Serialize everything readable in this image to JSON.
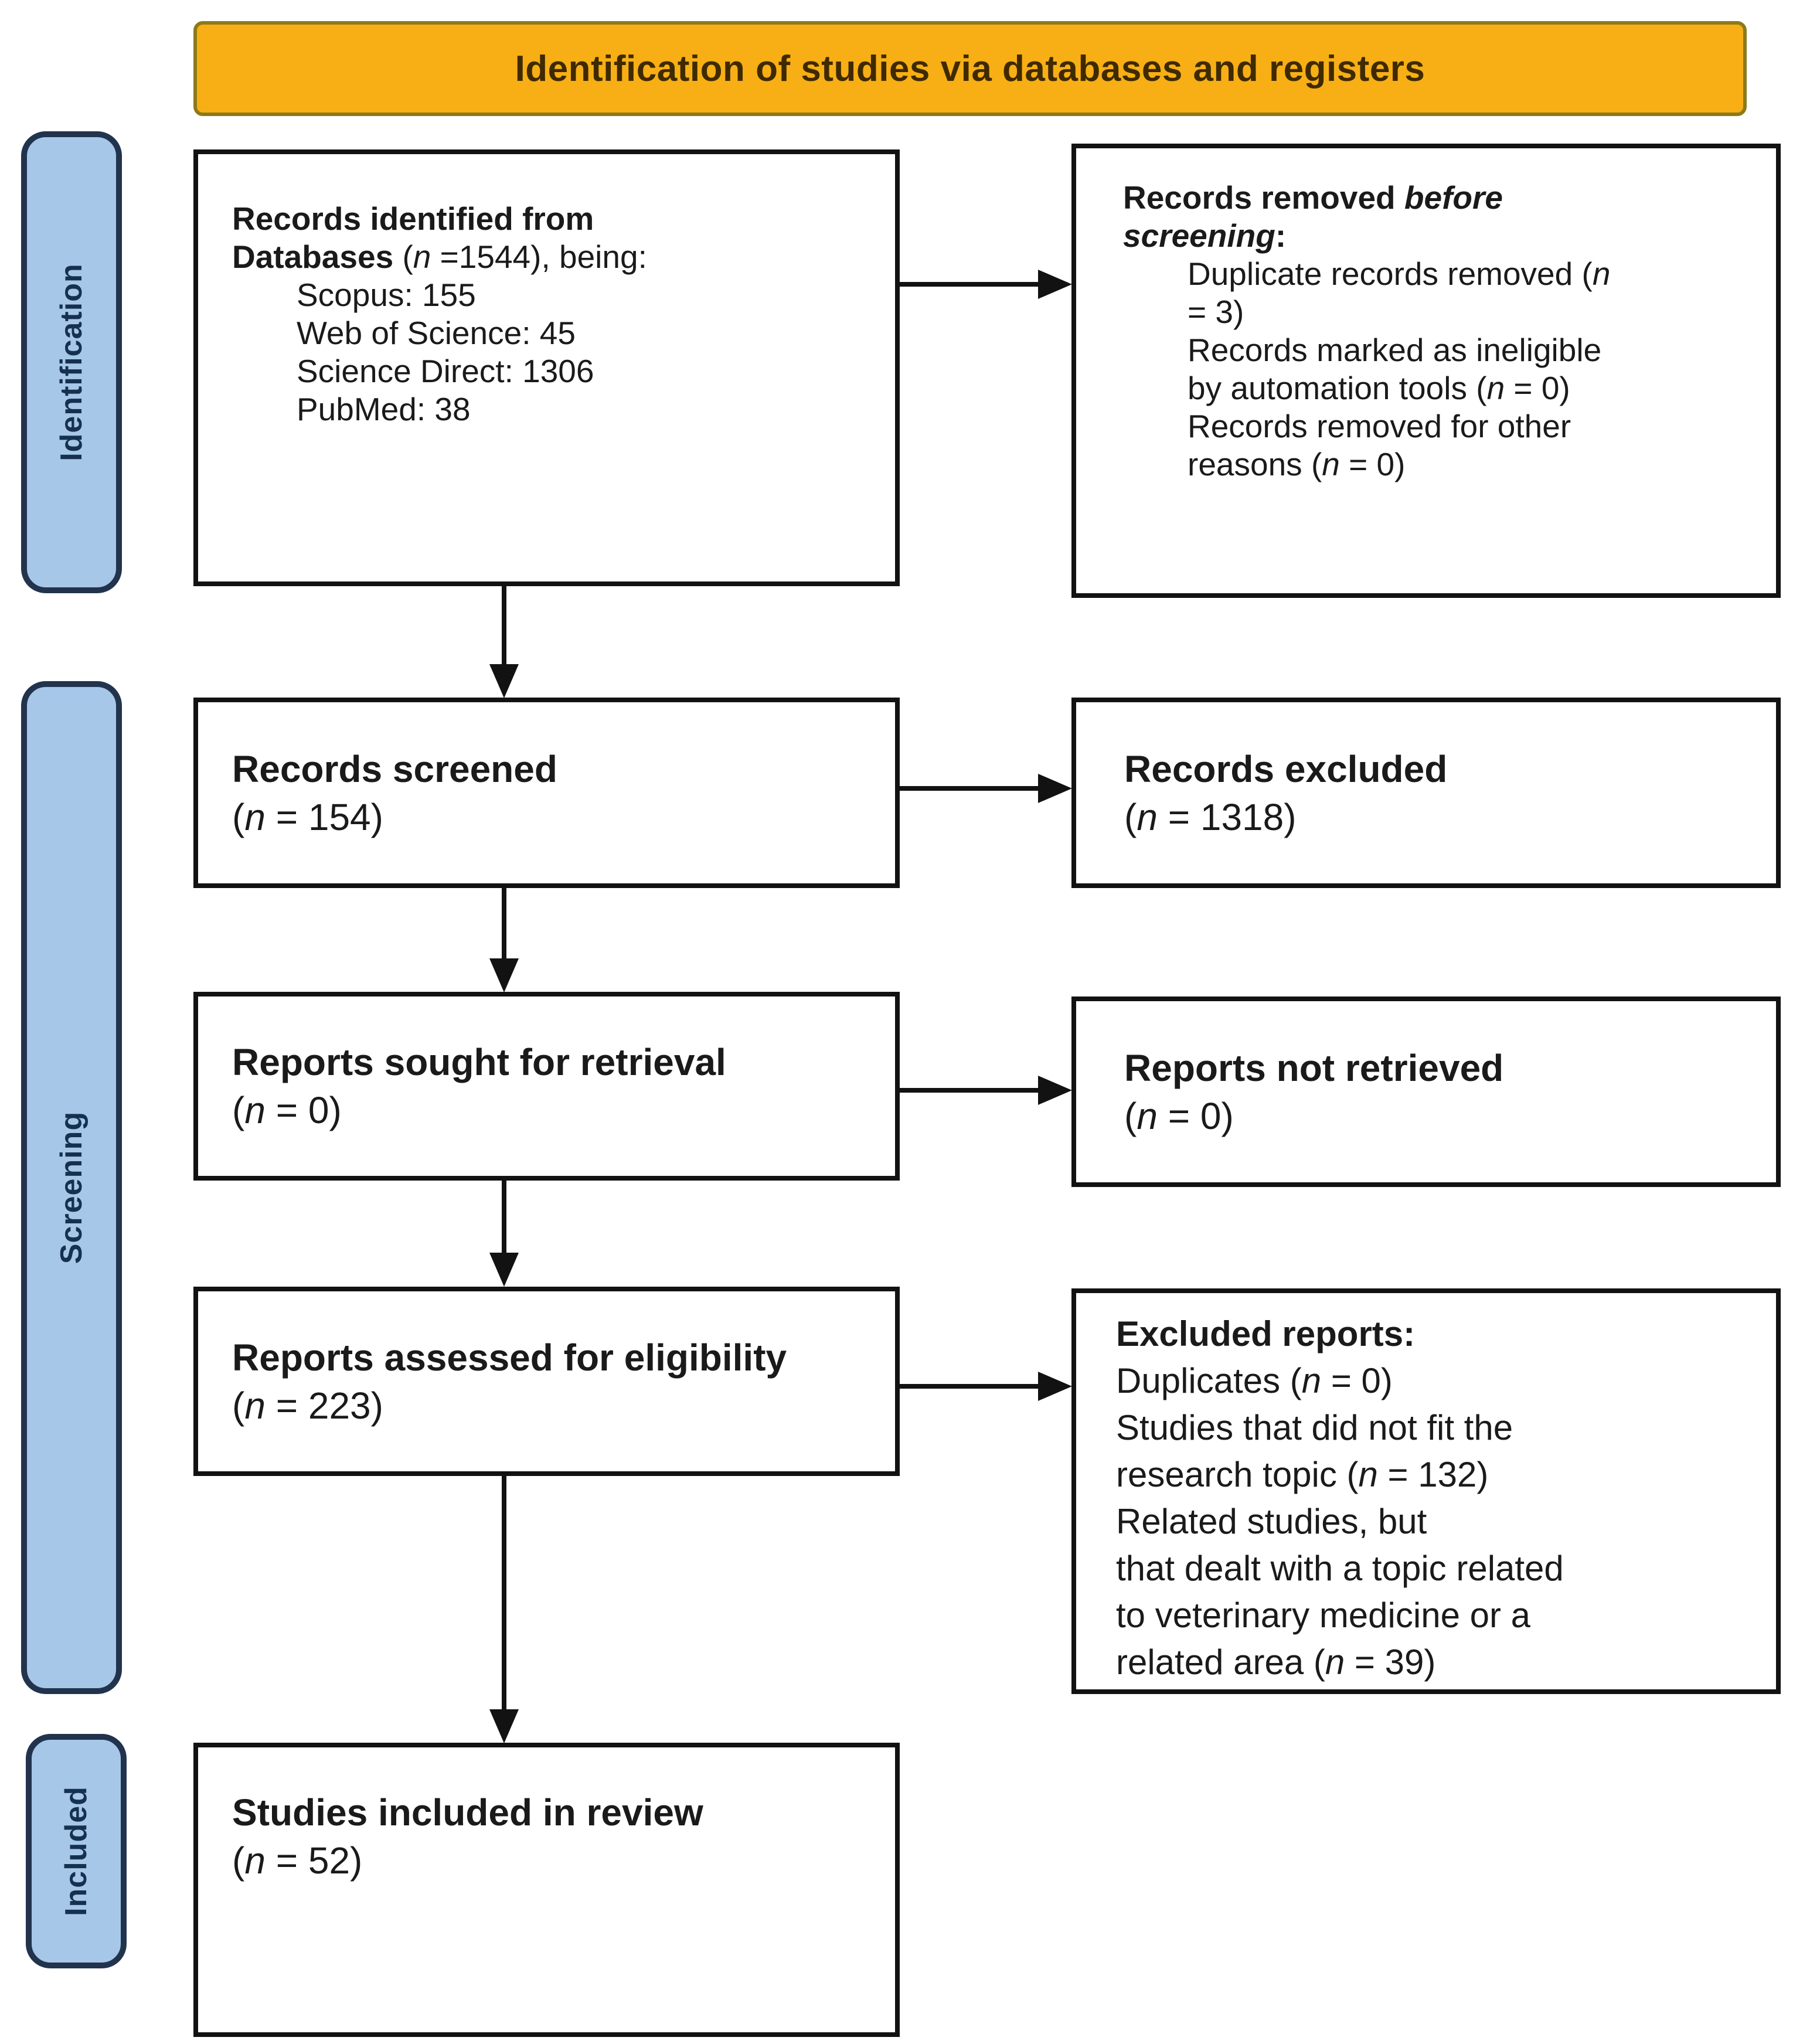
{
  "banner": {
    "title": "Identification of studies via databases and registers"
  },
  "sidebar": {
    "identification": "Identification",
    "screening": "Screening",
    "included": "Included"
  },
  "colors": {
    "page_bg": "#FFFFFF",
    "banner_bg": "#F7AF15",
    "banner_border": "#8C7A1A",
    "banner_text": "#3F2A00",
    "sidebar_bg": "#A6C7E8",
    "sidebar_border": "#22334D",
    "sidebar_text": "#16304F",
    "box_bg": "#FFFFFF",
    "box_border": "#121212",
    "box_text": "#1A1A1A",
    "arrow": "#121212"
  },
  "boxes": {
    "records_identified": {
      "lines": [
        {
          "parts": [
            [
              "b",
              "Records identified from"
            ]
          ]
        },
        {
          "parts": [
            [
              "b",
              "Databases "
            ],
            [
              "r",
              "("
            ],
            [
              "i",
              "n"
            ],
            [
              "r",
              " =1544), being:"
            ]
          ]
        },
        {
          "indent": true,
          "parts": [
            [
              "r",
              "Scopus: 155"
            ]
          ]
        },
        {
          "indent": true,
          "parts": [
            [
              "r",
              "Web of Science: 45"
            ]
          ]
        },
        {
          "indent": true,
          "parts": [
            [
              "r",
              "Science Direct: 1306"
            ]
          ]
        },
        {
          "indent": true,
          "parts": [
            [
              "r",
              "PubMed: 38"
            ]
          ]
        }
      ]
    },
    "records_removed": {
      "lines": [
        {
          "parts": [
            [
              "b",
              "Records removed "
            ],
            [
              "bi",
              "before"
            ]
          ]
        },
        {
          "parts": [
            [
              "bi",
              "screening"
            ],
            [
              "b",
              ":"
            ]
          ]
        },
        {
          "indent": true,
          "parts": [
            [
              "r",
              "Duplicate records removed ("
            ],
            [
              "i",
              "n"
            ]
          ]
        },
        {
          "indent": true,
          "parts": [
            [
              "r",
              "= 3)"
            ]
          ]
        },
        {
          "indent": true,
          "parts": [
            [
              "r",
              "Records marked as ineligible"
            ]
          ]
        },
        {
          "indent": true,
          "parts": [
            [
              "r",
              "by automation tools ("
            ],
            [
              "i",
              "n"
            ],
            [
              "r",
              " = 0)"
            ]
          ]
        },
        {
          "indent": true,
          "parts": [
            [
              "r",
              "Records removed for other"
            ]
          ]
        },
        {
          "indent": true,
          "parts": [
            [
              "r",
              "reasons ("
            ],
            [
              "i",
              "n"
            ],
            [
              "r",
              " = 0)"
            ]
          ]
        }
      ]
    },
    "records_screened": {
      "lines": [
        {
          "parts": [
            [
              "b",
              "Records screened"
            ]
          ]
        },
        {
          "parts": [
            [
              "r",
              "("
            ],
            [
              "i",
              "n"
            ],
            [
              "r",
              " = 154)"
            ]
          ]
        }
      ]
    },
    "records_excluded": {
      "lines": [
        {
          "parts": [
            [
              "b",
              "Records excluded"
            ]
          ]
        },
        {
          "parts": [
            [
              "r",
              "("
            ],
            [
              "i",
              "n"
            ],
            [
              "r",
              " = 1318)"
            ]
          ]
        }
      ]
    },
    "reports_sought": {
      "lines": [
        {
          "parts": [
            [
              "b",
              "Reports sought for retrieval"
            ]
          ]
        },
        {
          "parts": [
            [
              "r",
              "("
            ],
            [
              "i",
              "n"
            ],
            [
              "r",
              " = 0)"
            ]
          ]
        }
      ]
    },
    "reports_not_retrieved": {
      "lines": [
        {
          "parts": [
            [
              "b",
              "Reports not retrieved"
            ]
          ]
        },
        {
          "parts": [
            [
              "r",
              "("
            ],
            [
              "i",
              "n"
            ],
            [
              "r",
              " = 0)"
            ]
          ]
        }
      ]
    },
    "reports_assessed": {
      "lines": [
        {
          "parts": [
            [
              "b",
              "Reports assessed for eligibility"
            ]
          ]
        },
        {
          "parts": [
            [
              "r",
              "("
            ],
            [
              "i",
              "n"
            ],
            [
              "r",
              " = 223)"
            ]
          ]
        }
      ]
    },
    "excluded_reports": {
      "lines": [
        {
          "parts": [
            [
              "b",
              "Excluded reports:"
            ]
          ]
        },
        {
          "parts": [
            [
              "r",
              "Duplicates ("
            ],
            [
              "i",
              "n"
            ],
            [
              "r",
              " = 0)"
            ]
          ]
        },
        {
          "parts": [
            [
              "r",
              "Studies that did not fit the"
            ]
          ]
        },
        {
          "parts": [
            [
              "r",
              "research topic ("
            ],
            [
              "i",
              "n"
            ],
            [
              "r",
              " = 132)"
            ]
          ]
        },
        {
          "parts": [
            [
              "r",
              "Related studies, but"
            ]
          ]
        },
        {
          "parts": [
            [
              "r",
              "that dealt with a topic related"
            ]
          ]
        },
        {
          "parts": [
            [
              "r",
              "to veterinary medicine or a"
            ]
          ]
        },
        {
          "parts": [
            [
              "r",
              "related area ("
            ],
            [
              "i",
              "n"
            ],
            [
              "r",
              " = 39)"
            ]
          ]
        }
      ]
    },
    "studies_included": {
      "lines": [
        {
          "parts": [
            [
              "b",
              "Studies included in review"
            ]
          ]
        },
        {
          "parts": [
            [
              "r",
              "("
            ],
            [
              "i",
              "n"
            ],
            [
              "r",
              " = 52)"
            ]
          ]
        }
      ]
    }
  }
}
